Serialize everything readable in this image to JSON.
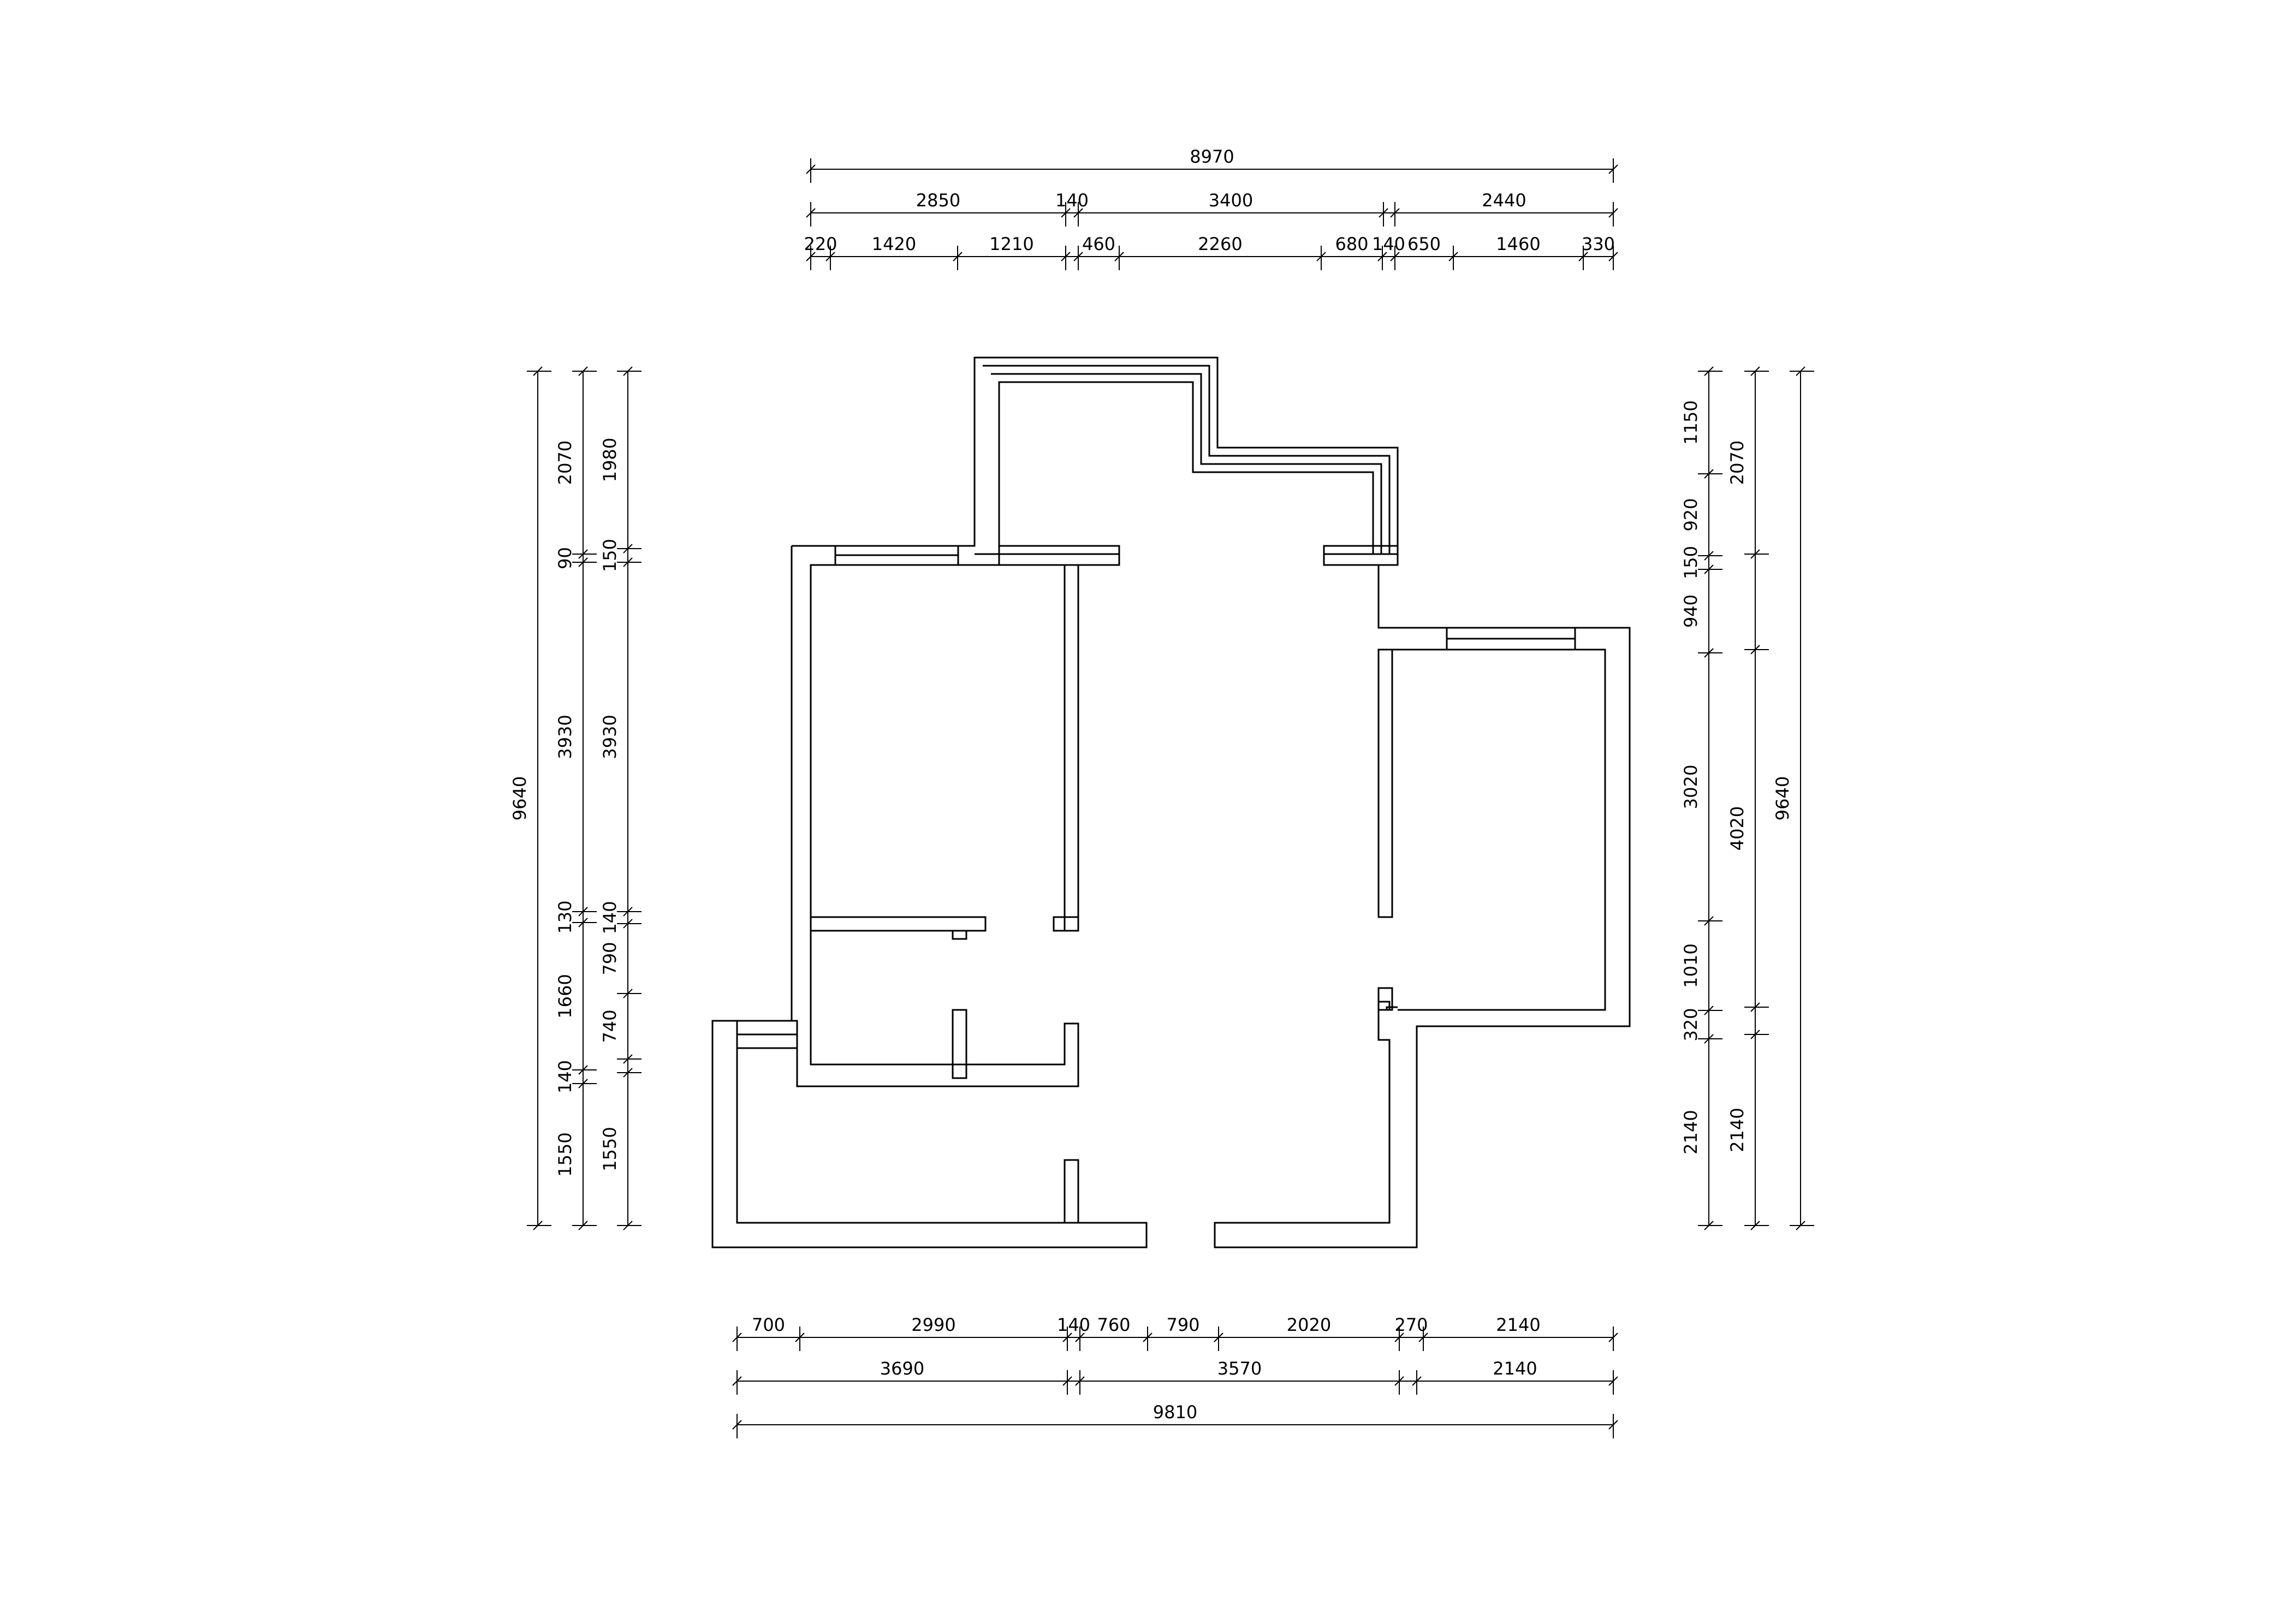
{
  "drawing": {
    "stroke_color": "#000000",
    "background": "#ffffff"
  },
  "dimensions": {
    "top": {
      "total": "8970",
      "row2": [
        "2850",
        "140",
        "3400",
        "2440"
      ],
      "row3": [
        "220",
        "1420",
        "1210",
        "460",
        "2260",
        "680",
        "140",
        "650",
        "1460",
        "330"
      ]
    },
    "bottom": {
      "row1": [
        "700",
        "2990",
        "140",
        "760",
        "790",
        "2020",
        "270",
        "2140"
      ],
      "row2": [
        "3690",
        "3570",
        "2140"
      ],
      "total": "9810"
    },
    "left": {
      "total": "9640",
      "col2": [
        "2070",
        "90",
        "3930",
        "130",
        "1660",
        "140",
        "1550"
      ],
      "col3": [
        "1980",
        "150",
        "3930",
        "140",
        "790",
        "740",
        "1550"
      ]
    },
    "right": {
      "col1": [
        "1150",
        "920",
        "150",
        "940",
        "3020",
        "1010",
        "320",
        "2140"
      ],
      "col2": [
        "2070",
        "4020",
        "2140"
      ],
      "total": "9640"
    }
  }
}
